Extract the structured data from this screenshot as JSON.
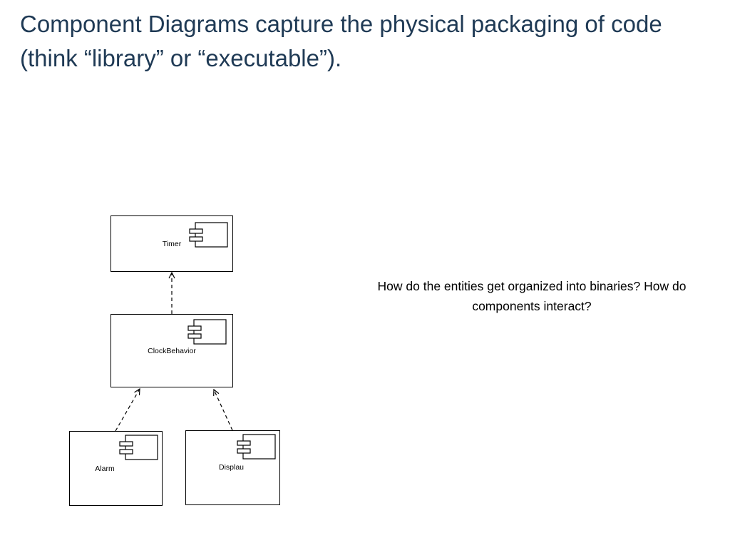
{
  "slide": {
    "title": "Component Diagrams capture the physical packaging of code (think “library” or “executable”).",
    "note": "How do the entities get organized into binaries? How do components interact?"
  },
  "components": [
    {
      "id": "timer",
      "label": "Timer"
    },
    {
      "id": "clockbehavior",
      "label": "ClockBehavior"
    },
    {
      "id": "alarm",
      "label": "Alarm"
    },
    {
      "id": "displau",
      "label": "Displau"
    }
  ],
  "dependencies": [
    {
      "from": "clockbehavior",
      "to": "timer",
      "style": "dashed"
    },
    {
      "from": "alarm",
      "to": "clockbehavior",
      "style": "dashed"
    },
    {
      "from": "displau",
      "to": "clockbehavior",
      "style": "dashed"
    }
  ],
  "colors": {
    "title": "#1f3a55",
    "line": "#000000"
  },
  "icons": {
    "component": "uml-component-icon"
  }
}
